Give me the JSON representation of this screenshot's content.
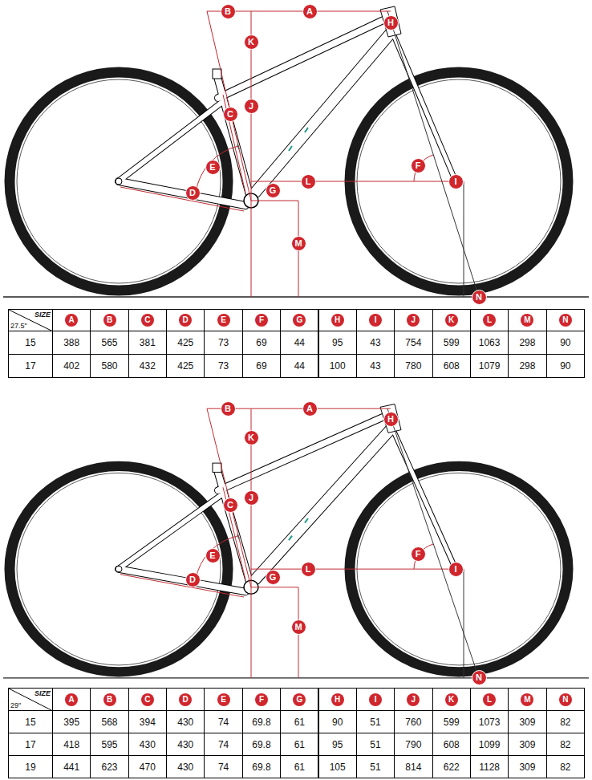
{
  "diagram": {
    "labels": [
      "B",
      "A",
      "H",
      "K",
      "C",
      "J",
      "E",
      "F",
      "I",
      "L",
      "D",
      "G",
      "M",
      "N",
      "SIZE",
      "27.5\"",
      "A",
      "B",
      "C",
      "D",
      "E",
      "F",
      "G",
      "H",
      "I",
      "J",
      "K",
      "L",
      "M",
      "N",
      "15",
      "388",
      "565",
      "381",
      "425",
      "73",
      "69",
      "44",
      "95",
      "43",
      "754",
      "599",
      "1063",
      "298",
      "90",
      "17",
      "402",
      "580",
      "432",
      "425",
      "73",
      "69",
      "44",
      "100",
      "43",
      "780",
      "608",
      "1079",
      "298",
      "90",
      "B",
      "A",
      "H",
      "K",
      "C",
      "J",
      "E",
      "F",
      "I",
      "L",
      "D",
      "G",
      "M",
      "N",
      "SIZE",
      "29\"",
      "A",
      "B",
      "C",
      "D",
      "E",
      "F",
      "G",
      "H",
      "I",
      "J",
      "K",
      "L",
      "M",
      "N",
      "15",
      "395",
      "568",
      "394",
      "430",
      "74",
      "69.8",
      "61",
      "90",
      "51",
      "760",
      "599",
      "1073",
      "309",
      "82",
      "17",
      "418",
      "595",
      "430",
      "430",
      "74",
      "69.8",
      "61",
      "95",
      "51",
      "790",
      "608",
      "1099",
      "309",
      "82",
      "19",
      "441",
      "623",
      "470",
      "430",
      "74",
      "69.8",
      "61",
      "105",
      "51",
      "814",
      "622",
      "1128",
      "309",
      "82"
    ]
  }
}
